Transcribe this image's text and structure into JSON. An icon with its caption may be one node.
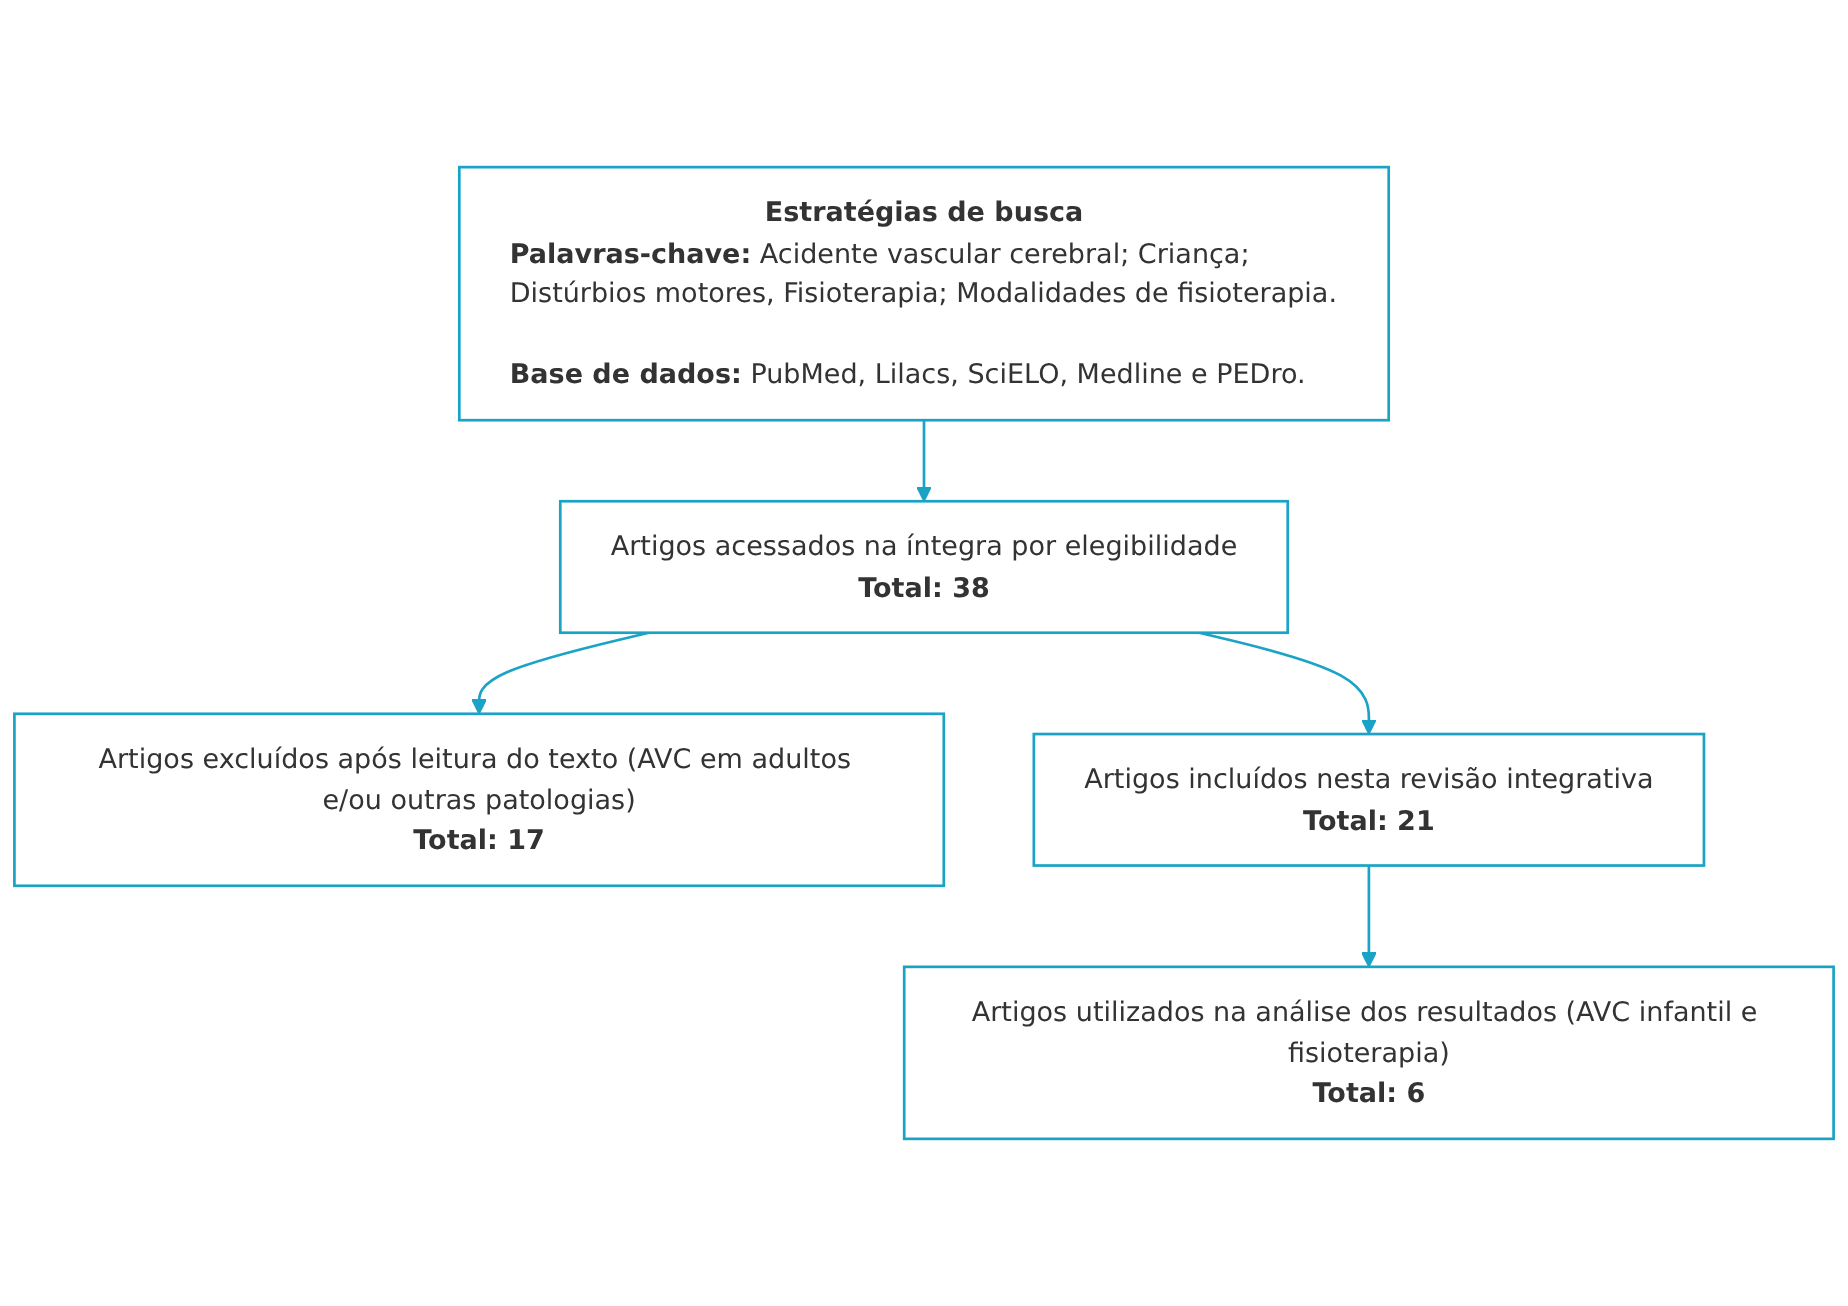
{
  "diagram": {
    "nodes": [
      {
        "text": [
          "Estratégias de busca",
          "**Palavras-chave:** Acidente vascular cerebral; Criança; Distúrbios motores, Fisioterapia; Modalidades de fisioterapia.",
          "**Base de dados:** PubMed, Lilacs, SciELO, Medline e PEDro."
        ]
      },
      {
        "text": [
          "Artigos acessados na íntegra por elegibilidade",
          "Total: 38"
        ]
      },
      {
        "text": [
          "Artigos excluídos após leitura do texto (AVC em adultos e/ou outras patologias)",
          "Total: 17"
        ]
      },
      {
        "text": [
          "Artigos incluídos nesta revisão integrativa",
          "Total: 21"
        ]
      },
      {
        "text": [
          "Artigos utilizados na análise dos resultados (AVC infantil e fisioterapia)",
          "Total: 6"
        ]
      }
    ],
    "edges": [
      {
        "from": 0,
        "to": 1,
        "arrow": "to"
      },
      {
        "from": 1,
        "to": 2,
        "arrow": "to"
      },
      {
        "from": 1,
        "to": 3,
        "arrow": "to"
      },
      {
        "from": 3,
        "to": 4,
        "arrow": "to"
      }
    ]
  }
}
